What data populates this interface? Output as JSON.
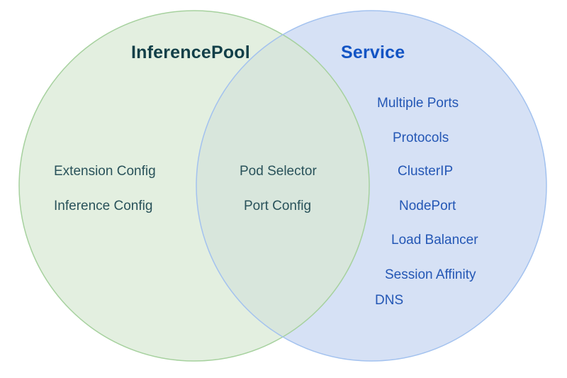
{
  "diagram": {
    "type": "venn",
    "left_circle": {
      "title": "InferencePool",
      "items": [
        "Extension Config",
        "Inference Config"
      ]
    },
    "overlap": {
      "items": [
        "Pod Selector",
        "Port Config"
      ]
    },
    "right_circle": {
      "title": "Service",
      "items": [
        "Multiple Ports",
        "Protocols",
        "ClusterIP",
        "NodePort",
        "Load Balancer",
        "Session Affinity",
        "DNS"
      ]
    }
  },
  "colors": {
    "green_fill": "#e3efe0",
    "green_stroke": "#a6d19e",
    "blue_fill": "#d6e1f5",
    "blue_stroke": "#a3c2ef",
    "overlap_fill": "#d8e6dc",
    "teal_text": "#29525a",
    "teal_title": "#123f48",
    "blue_text": "#2457b5",
    "blue_title": "#1254c4",
    "background": "#ffffff"
  }
}
